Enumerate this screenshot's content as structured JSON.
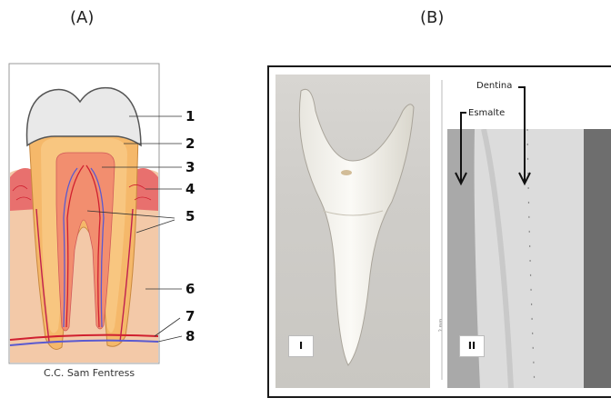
{
  "panels": {
    "a": "(A)",
    "b": "(B)"
  },
  "tooth_diagram": {
    "labels": [
      "1",
      "2",
      "3",
      "4",
      "5",
      "6",
      "7",
      "8"
    ],
    "credit": "C.C. Sam Fentress"
  },
  "photos": {
    "photo_i_label": "I",
    "photo_ii_label": "II",
    "dentina_label": "Dentina",
    "esmalte_label": "Esmalte",
    "scale_text": "2 mm"
  }
}
